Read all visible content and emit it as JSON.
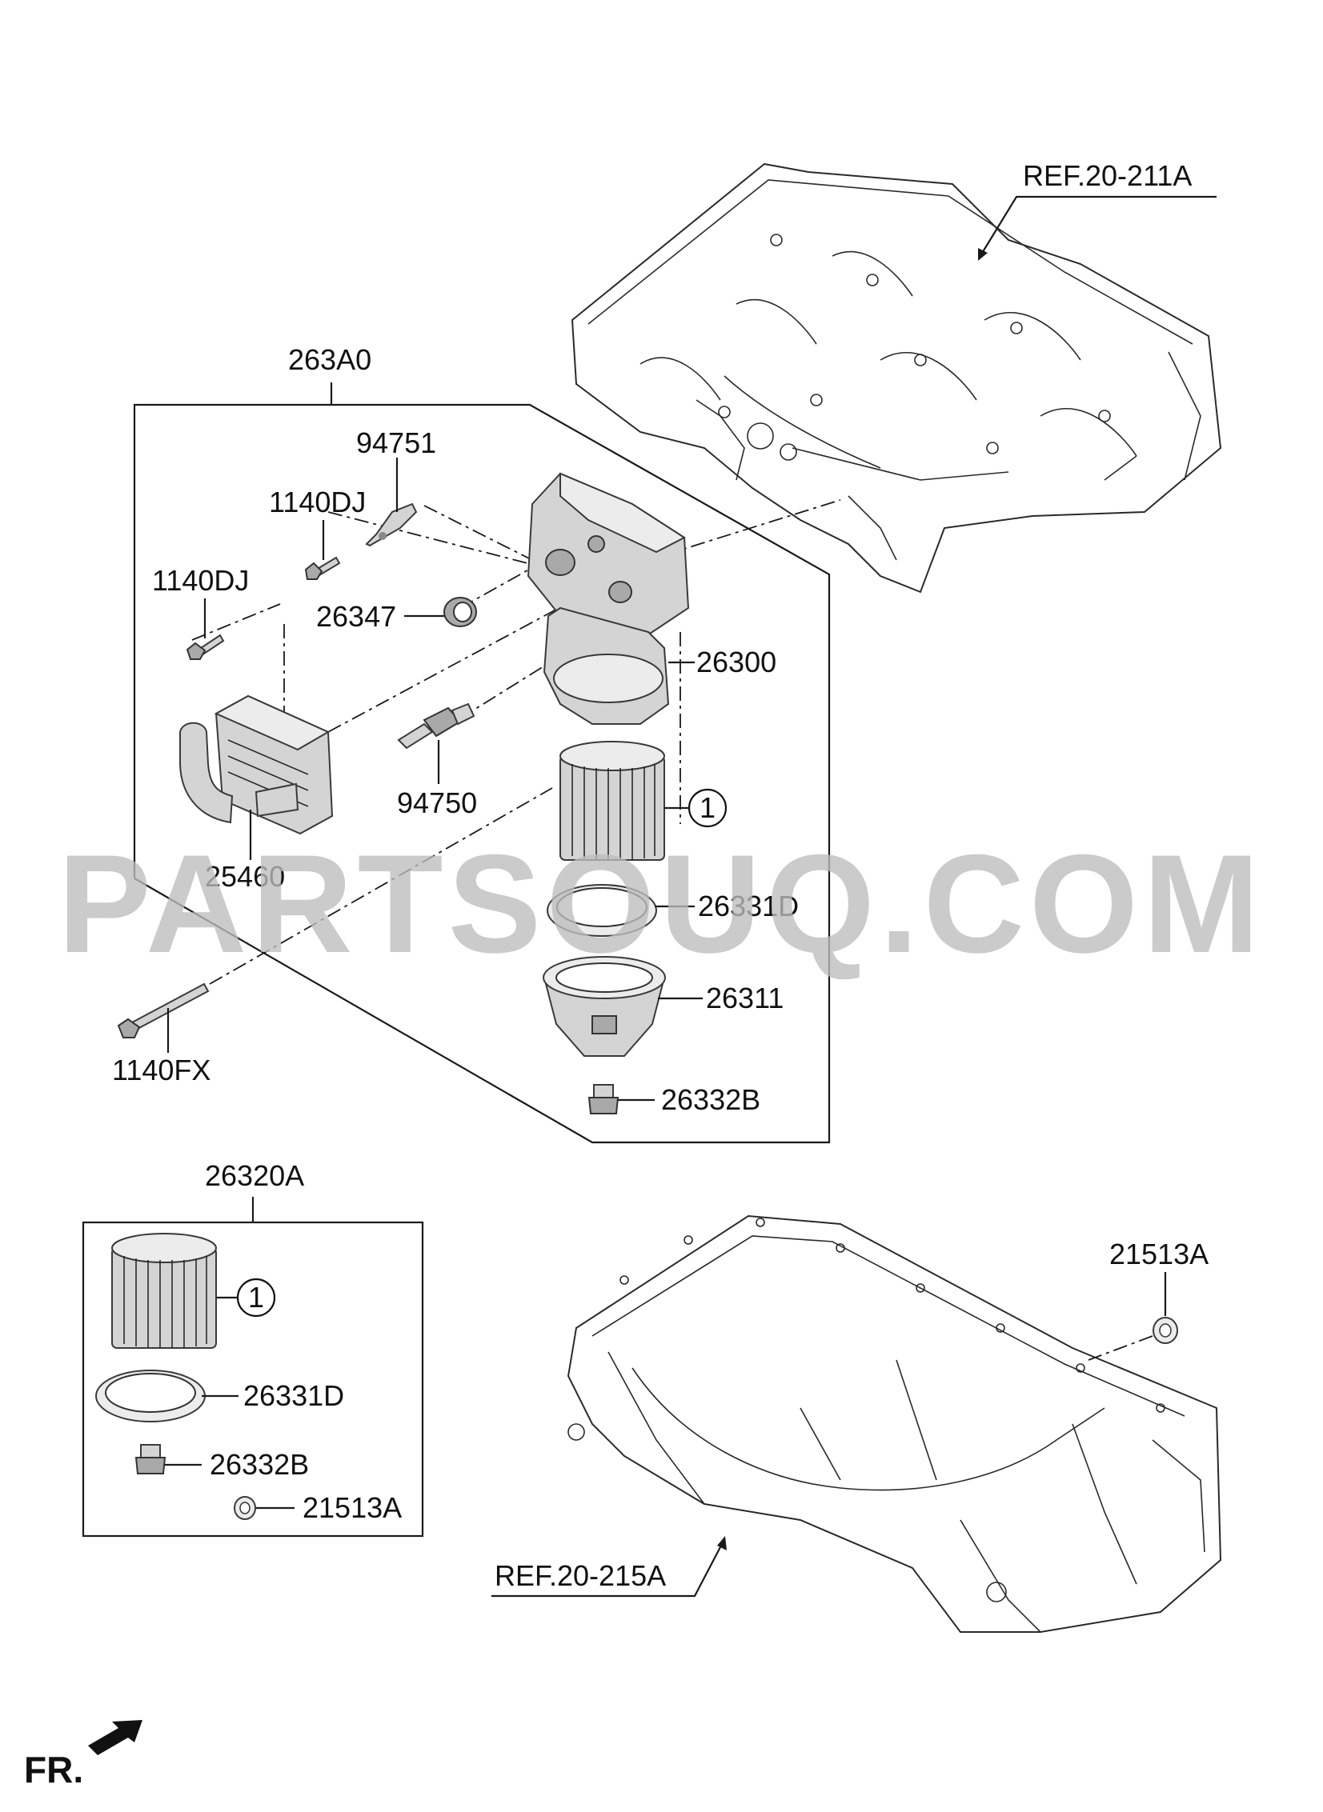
{
  "labels": {
    "ref_block": "REF.20-211A",
    "group_263A0": "263A0",
    "p94751": "94751",
    "p1140DJ_a": "1140DJ",
    "p1140DJ_b": "1140DJ",
    "p26347": "26347",
    "p26300": "26300",
    "p94750": "94750",
    "p25460": "25460",
    "p26331D": "26331D",
    "p26311": "26311",
    "p1140FX": "1140FX",
    "p26332B": "26332B",
    "callout_1": "1",
    "group_26320A": "26320A",
    "kit_26331D": "26331D",
    "kit_26332B": "26332B",
    "kit_21513A": "21513A",
    "kit_callout_1": "1",
    "p21513A": "21513A",
    "ref_pan": "REF.20-215A",
    "front": "FR."
  },
  "watermark": "PARTSOUQ.COM",
  "icons": {
    "front_arrow": "front-direction-arrow-icon"
  }
}
